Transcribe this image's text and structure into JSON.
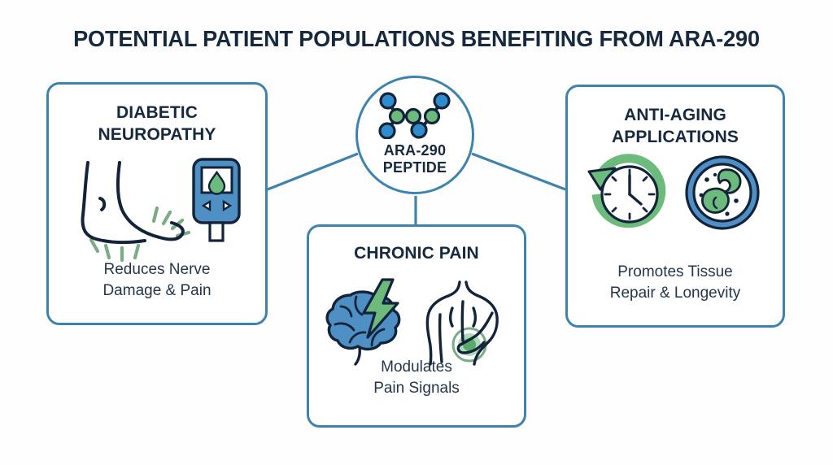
{
  "title": "POTENTIAL PATIENT POPULATIONS BENEFITING FROM ARA-290",
  "center": {
    "label_line1": "ARA-290",
    "label_line2": "PEPTIDE",
    "icon": "peptide-chain-icon"
  },
  "cards": {
    "left": {
      "title_line1": "DIABETIC",
      "title_line2": "NEUROPATHY",
      "caption_line1": "Reduces Nerve",
      "caption_line2": "Damage & Pain",
      "icons": [
        "foot-icon",
        "glucose-meter-icon"
      ]
    },
    "bottom": {
      "title_line1": "CHRONIC PAIN",
      "title_line2": "",
      "caption_line1": "Modulates",
      "caption_line2": "Pain Signals",
      "icons": [
        "brain-lightning-icon",
        "back-pain-torso-icon"
      ]
    },
    "right": {
      "title_line1": "ANTI-AGING",
      "title_line2": "APPLICATIONS",
      "caption_line1": "Promotes Tissue",
      "caption_line2": "Repair & Longevity",
      "icons": [
        "clock-reverse-icon",
        "cell-icon"
      ]
    }
  },
  "colors": {
    "background": "#fefefe",
    "title_navy": "#16293f",
    "border_blue": "#3d83ae",
    "connector_blue": "#3d83ae",
    "accent_blue": "#4e8fc4",
    "accent_green": "#6cbb7c",
    "outline_navy": "#13233a",
    "caption_text": "#24364a"
  }
}
